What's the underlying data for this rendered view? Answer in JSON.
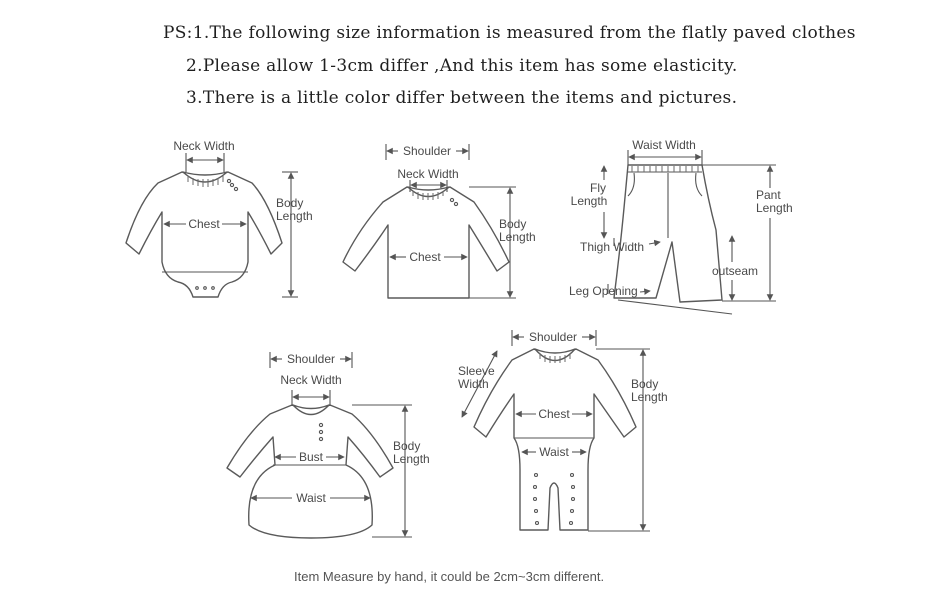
{
  "notes": {
    "line1": "PS:1.The following size information is measured from the flatly paved clothes",
    "line2": "2.Please allow 1-3cm differ ,And this item has some elasticity.",
    "line3": "3.There is a little color differ between the items and pictures."
  },
  "bodysuit": {
    "neck": "Neck Width",
    "chest": "Chest",
    "body1": "Body",
    "body2": "Length"
  },
  "shirt": {
    "shoulder": "Shoulder",
    "neck": "Neck Width",
    "chest": "Chest",
    "body1": "Body",
    "body2": "Length"
  },
  "pants": {
    "waist": "Waist Width",
    "fly1": "Fly",
    "fly2": "Length",
    "pant1": "Pant",
    "pant2": "Length",
    "thigh": "Thigh Width",
    "outseam": "outseam",
    "leg": "Leg Opening"
  },
  "dress": {
    "shoulder": "Shoulder",
    "neck": "Neck Width",
    "bust": "Bust",
    "waist": "Waist",
    "body1": "Body",
    "body2": "Length"
  },
  "romper": {
    "shoulder": "Shoulder",
    "sleeve1": "Sleeve",
    "sleeve2": "Width",
    "chest": "Chest",
    "waist": "Waist",
    "body1": "Body",
    "body2": "Length"
  },
  "footer": "Item Measure by hand, it could be 2cm~3cm different."
}
